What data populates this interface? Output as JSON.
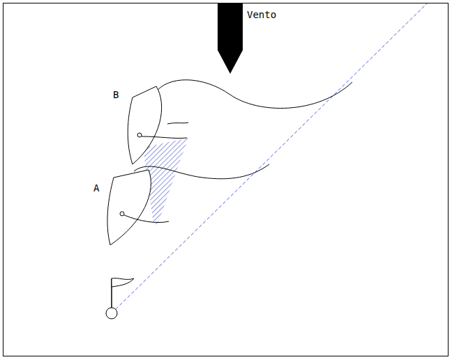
{
  "diagram": {
    "labels": [
      "Vento",
      "B",
      "A"
    ]
  }
}
